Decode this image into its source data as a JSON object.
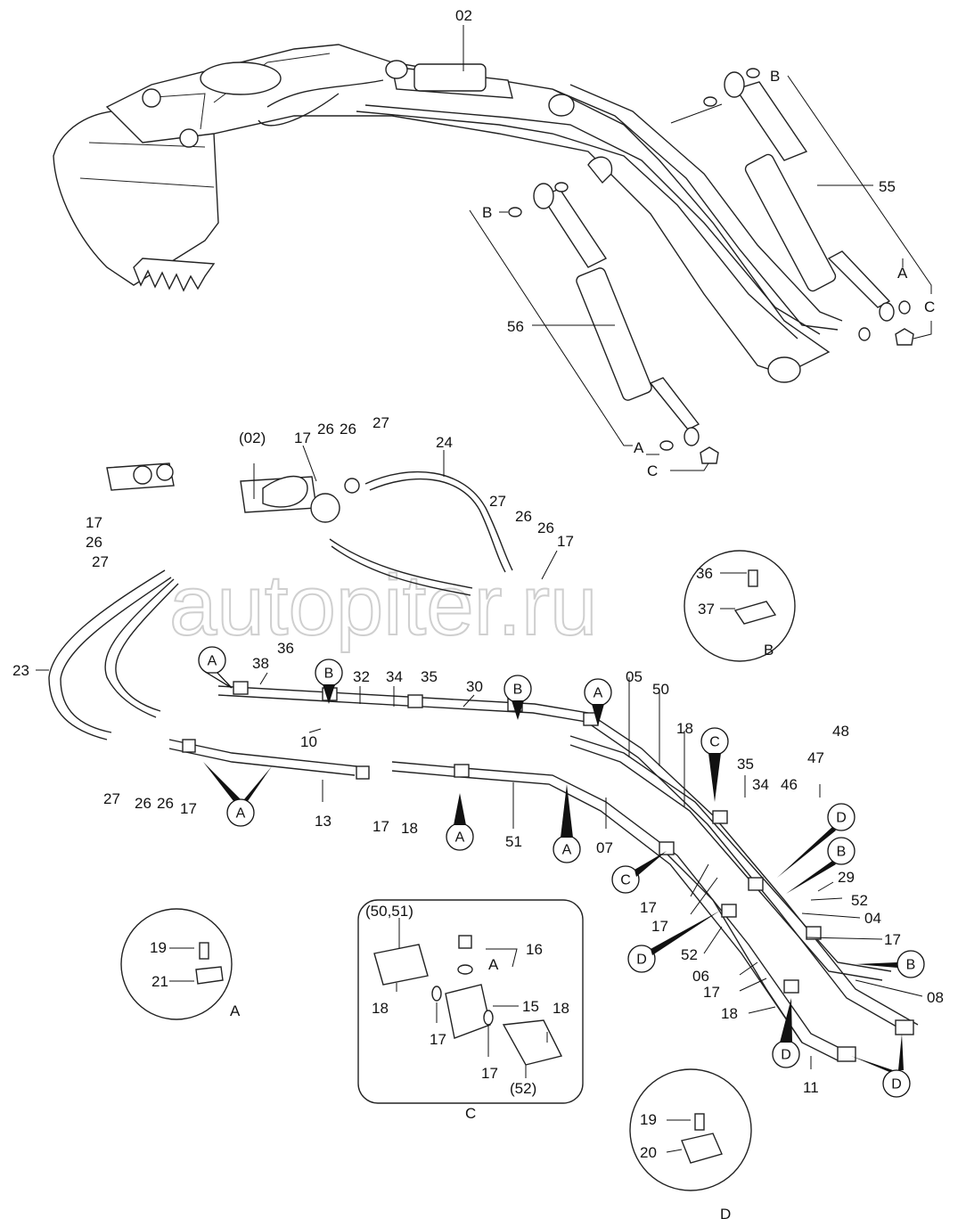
{
  "watermark": "autopiter.ru",
  "detail_titles": {
    "a": "A",
    "b": "B",
    "c": "C",
    "d": "D"
  },
  "labels": {
    "l02": "02",
    "l55": "55",
    "l56": "56",
    "lB1": "B",
    "lB2": "B",
    "lA1": "A",
    "lC1": "C",
    "lA2": "A",
    "lC2": "C",
    "l02p": "(02)",
    "l17a": "17",
    "l26a": "26",
    "l26b": "26",
    "l27a": "27",
    "l24": "24",
    "l27b": "27",
    "l26c": "26",
    "l26d": "26",
    "l17b": "17",
    "l17c": "17",
    "l26e": "26",
    "l27c": "27",
    "l23": "23",
    "l38": "38",
    "l36a": "36",
    "l32": "32",
    "l34a": "34",
    "l35a": "35",
    "l30": "30",
    "l05": "05",
    "l50": "50",
    "l18a": "18",
    "l10": "10",
    "l27d": "27",
    "l26f": "26",
    "l26g": "26",
    "l17d": "17",
    "l13": "13",
    "l17e": "17",
    "l18b": "18",
    "l51": "51",
    "l07": "07",
    "l35b": "35",
    "l34b": "34",
    "l46": "46",
    "l47": "47",
    "l48": "48",
    "l29": "29",
    "l52a": "52",
    "l04": "04",
    "l17f": "17",
    "l17g": "17",
    "l17h": "17",
    "l52b": "52",
    "l06": "06",
    "l17i": "17",
    "l08": "08",
    "l18c": "18",
    "l11": "11",
    "l36b": "36",
    "l37": "37",
    "l19a": "19",
    "l21": "21",
    "l5051": "(50,51)",
    "l16": "16",
    "lAc": "A",
    "l15": "15",
    "l18d": "18",
    "l18e": "18",
    "l17j": "17",
    "l17k": "17",
    "l52p": "(52)",
    "l19b": "19",
    "l20": "20"
  },
  "callouts": {
    "cA1": "A",
    "cB1": "B",
    "cB2": "B",
    "cA2": "A",
    "cA3": "A",
    "cA4": "A",
    "cA5": "A",
    "cC1": "C",
    "cC2": "C",
    "cD1": "D",
    "cB3": "B",
    "cD2": "D",
    "cB4": "B",
    "cD3": "D",
    "cD4": "D"
  }
}
